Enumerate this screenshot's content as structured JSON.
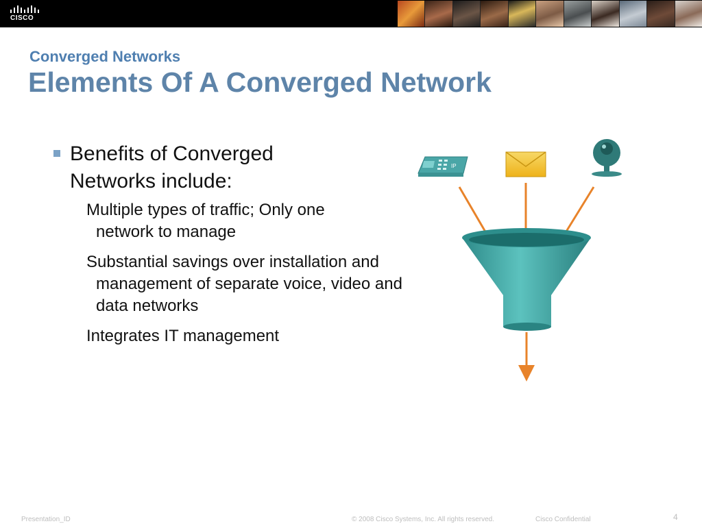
{
  "header": {
    "logo_text": "CISCO"
  },
  "slide": {
    "subtitle": "Converged Networks",
    "title": "Elements Of A Converged Network",
    "bullet": "Benefits of Converged Networks include:",
    "sub_bullets": [
      "Multiple types of traffic; Only one network to manage",
      "Substantial savings over installation and management of separate voice, video and data networks",
      "Integrates IT management"
    ],
    "phone_label": "IP"
  },
  "footer": {
    "presentation_id": "Presentation_ID",
    "copyright": "© 2008 Cisco Systems, Inc. All rights reserved.",
    "confidential": "Cisco Confidential",
    "page_number": "4"
  },
  "colors": {
    "title": "#5e84a9",
    "subtitle": "#4f7fb0",
    "bullet_marker": "#7ba2c6",
    "funnel": "#3fa6a4",
    "arrow": "#e8832a",
    "phone": "#4aa6a7",
    "envelope": "#f2c12e",
    "camera": "#2f7a78"
  },
  "icons": [
    "cisco-logo",
    "ip-phone-icon",
    "envelope-icon",
    "webcam-icon",
    "funnel-icon"
  ]
}
